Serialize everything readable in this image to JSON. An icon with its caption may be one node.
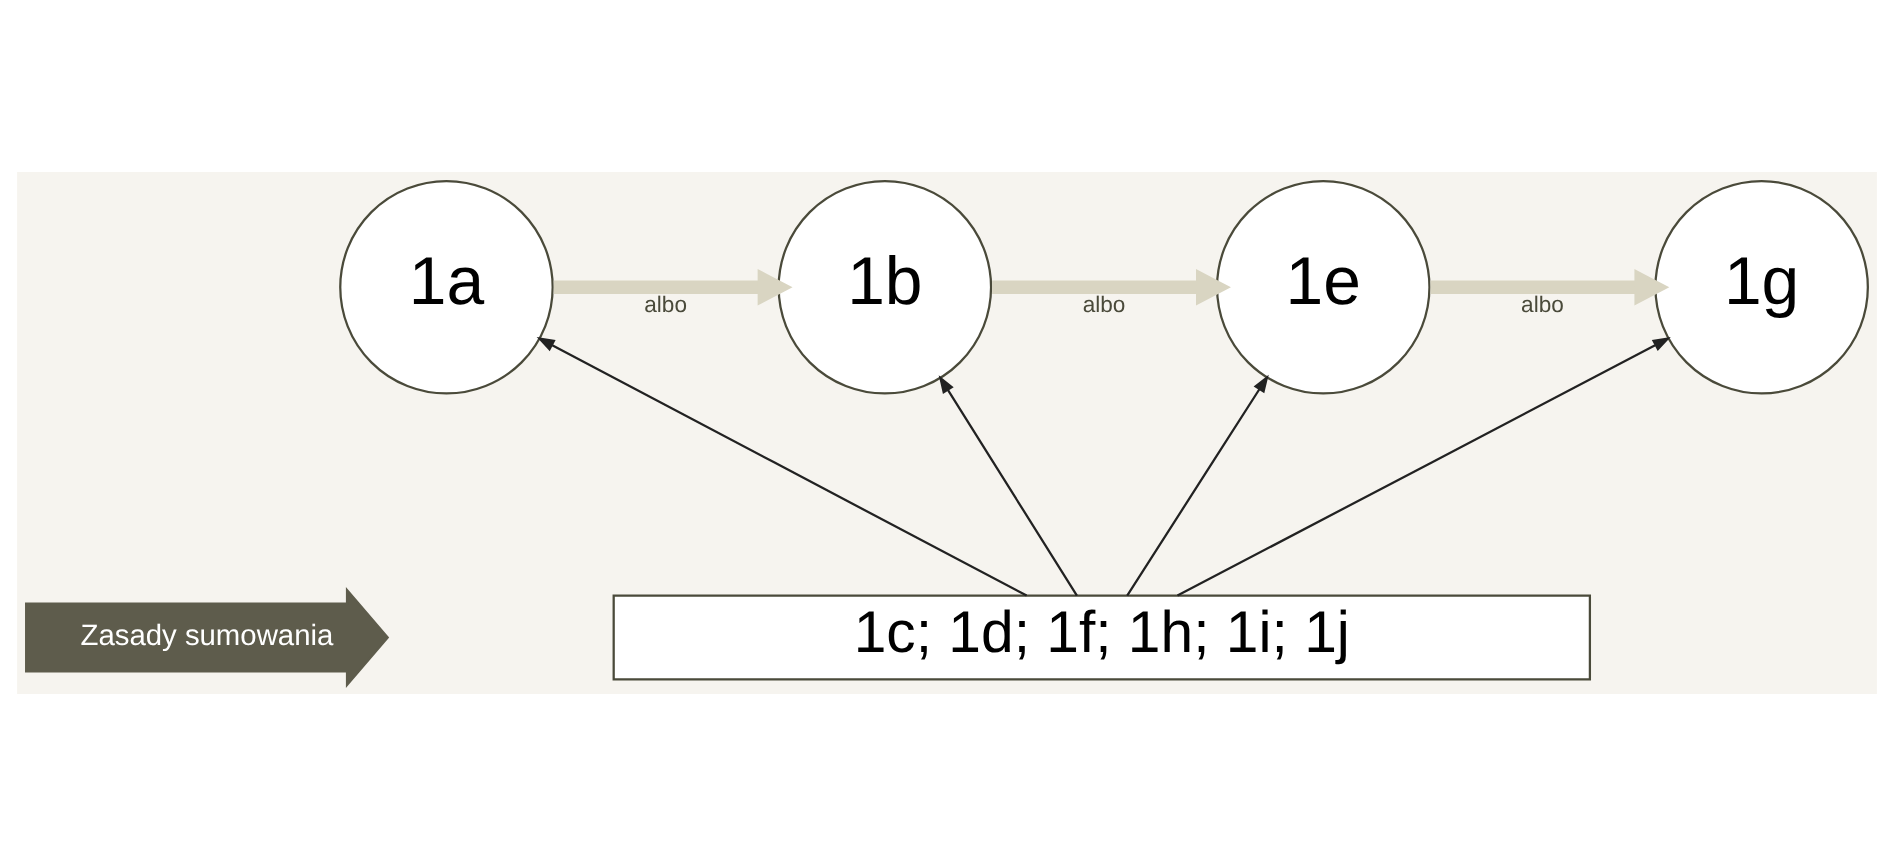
{
  "diagram": {
    "nodes": [
      {
        "text": [
          "1a"
        ]
      },
      {
        "text": [
          "1b"
        ]
      },
      {
        "text": [
          "1e"
        ]
      },
      {
        "text": [
          "1g"
        ]
      },
      {
        "text": [
          "Zasady sumowania"
        ]
      },
      {
        "text": [
          "1c; 1d; 1f; 1h; 1i; 1j"
        ]
      }
    ],
    "edges": [
      {
        "from": 0,
        "to": 1,
        "arrow": "to",
        "label": "albo",
        "style": "thick",
        "color": "#d9d5c2"
      },
      {
        "from": 1,
        "to": 2,
        "arrow": "to",
        "label": "albo",
        "style": "thick",
        "color": "#d9d5c2"
      },
      {
        "from": 2,
        "to": 3,
        "arrow": "to",
        "label": "albo",
        "style": "thick",
        "color": "#d9d5c2"
      },
      {
        "from": 5,
        "to": 0,
        "arrow": "to"
      },
      {
        "from": 5,
        "to": 1,
        "arrow": "to"
      },
      {
        "from": 5,
        "to": 2,
        "arrow": "to"
      },
      {
        "from": 5,
        "to": 3,
        "arrow": "to"
      }
    ]
  }
}
